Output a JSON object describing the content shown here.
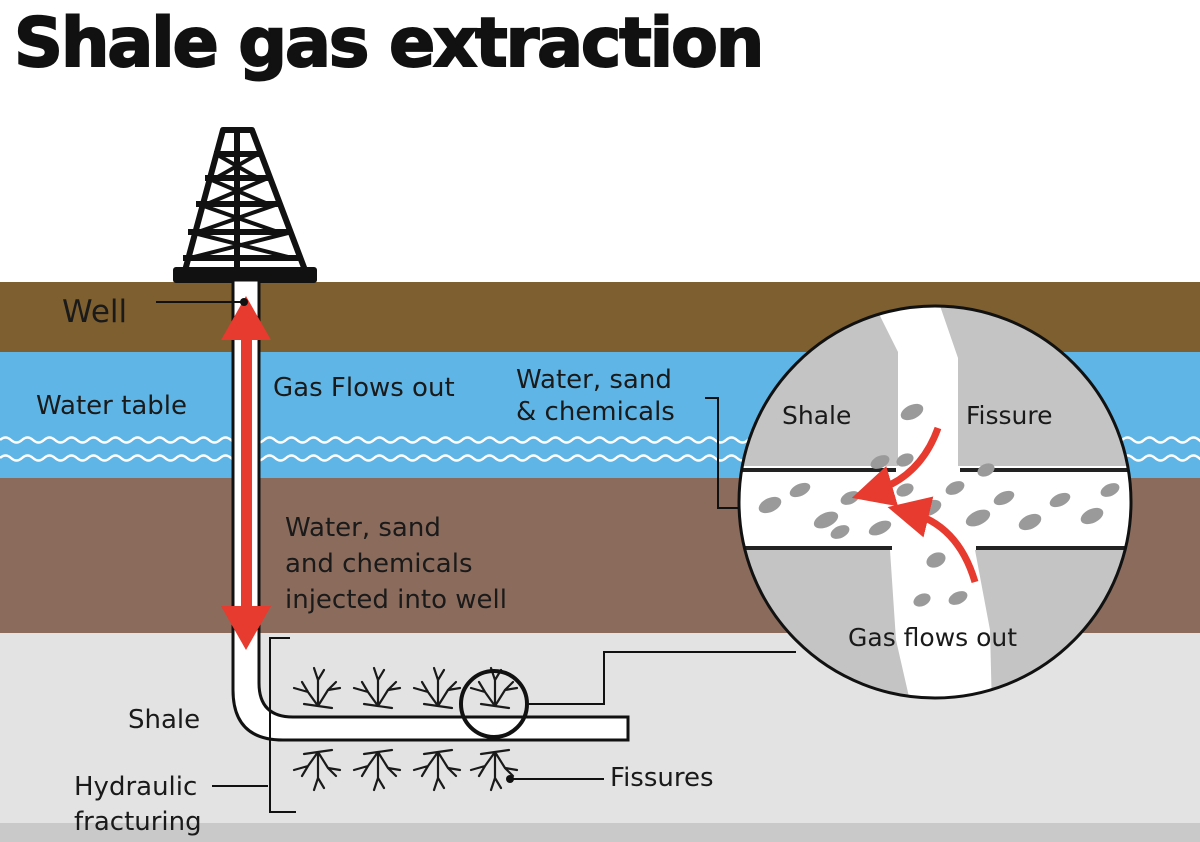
{
  "title": "Shale gas extraction",
  "labels": {
    "well": "Well",
    "water_table": "Water table",
    "gas_flows_out": "Gas Flows out",
    "water_sand_chemicals_line1": "Water, sand",
    "water_sand_chemicals_line2": "& chemicals",
    "injected_line1": "Water, sand",
    "injected_line2": "and chemicals",
    "injected_line3": "injected into well",
    "shale": "Shale",
    "hydraulic_line1": "Hydraulic",
    "hydraulic_line2": "fracturing",
    "fissures": "Fissures"
  },
  "inset": {
    "shale": "Shale",
    "fissure": "Fissure",
    "gas_flows_out": "Gas flows out"
  },
  "colors": {
    "soil_top": "#7e5f30",
    "water_table": "#5fb6e6",
    "deep_rock": "#8b6b5c",
    "shale_layer": "#e3e3e3",
    "bottom_band": "#c9c9c9",
    "arrow_red": "#e63b2e",
    "rock_grey": "#c4c4c4",
    "pebble_grey": "#9a9a9a"
  }
}
